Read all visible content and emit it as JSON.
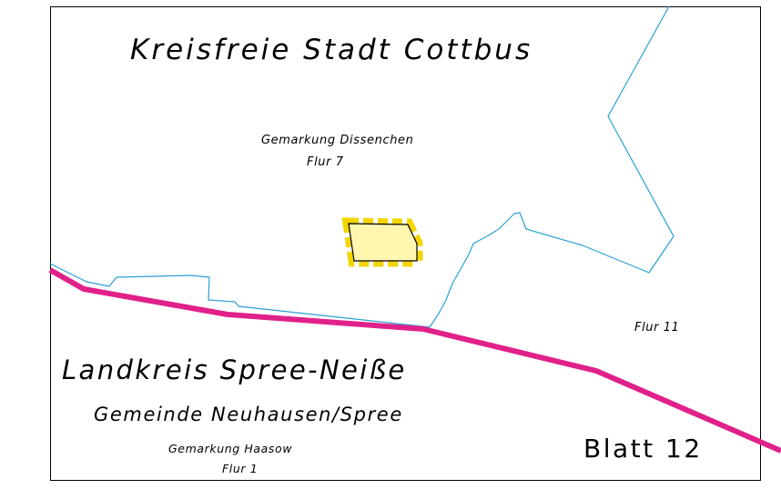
{
  "map": {
    "city_label": "Kreisfreie Stadt Cottbus",
    "cadastral_district_north": {
      "name": "Gemarkung Dissenchen",
      "parcel_area": "Flur 7"
    },
    "parcel_area_east": "Flur 11",
    "district_label": "Landkreis Spree-Neiße",
    "municipality_label": "Gemeinde Neuhausen/Spree",
    "cadastral_district_south": {
      "name": "Gemarkung Haasow",
      "parcel_area": "Flur 1"
    },
    "sheet_label": "Blatt 12"
  },
  "colors": {
    "district_boundary": "#e0218a",
    "parcel_boundary": "#2a9fd6",
    "site_fill": "#fff6b0",
    "site_hatch": "#f2d600",
    "site_outline": "#000000",
    "frame": "#000000"
  }
}
